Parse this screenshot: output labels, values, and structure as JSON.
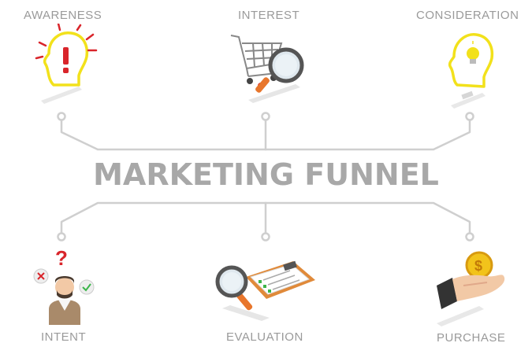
{
  "title": "MARKETING FUNNEL",
  "stages": {
    "awareness": "AWARENESS",
    "interest": "INTEREST",
    "consideration": "CONSIDERATION",
    "intent": "INTENT",
    "evaluation": "EVALUATION",
    "purchase": "PURCHASE"
  },
  "colors": {
    "connector": "#cfcfcf",
    "title": "#a8a8a8",
    "label": "#9a9a9a",
    "accent_yellow": "#f2e11b",
    "accent_red": "#d9252b",
    "accent_orange": "#e8762c"
  },
  "icons": {
    "awareness": "head-exclamation-icon",
    "interest": "cart-magnifier-icon",
    "consideration": "head-lightbulb-icon",
    "intent": "person-question-icon",
    "evaluation": "clipboard-magnifier-icon",
    "purchase": "hand-coin-icon"
  }
}
